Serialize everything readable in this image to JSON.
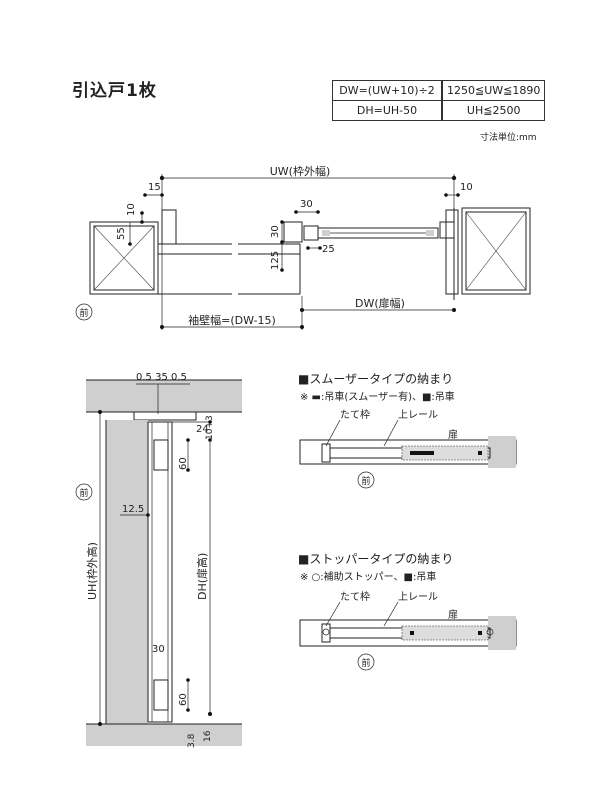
{
  "title": "引込戸1枚",
  "formula_table": {
    "dw": "DW=(UW+10)÷2",
    "dh": "DH=UH-50",
    "uw_range": "1250≦UW≦1890",
    "uh_max": "UH≦2500"
  },
  "unit_note": "寸法単位:mm",
  "plan": {
    "uw_label": "UW(枠外幅)",
    "dw_label": "DW(扉幅)",
    "sode_label": "袖壁幅=(DW-15)",
    "front_mark": "前",
    "dims": {
      "d15": "15",
      "d10a": "10",
      "d10b": "10",
      "d55": "55",
      "d30a": "30",
      "d30b": "30",
      "d25": "25",
      "d125": "125"
    }
  },
  "section": {
    "uh_label": "UH(枠外高)",
    "dh_label": "DH(扉高)",
    "front_mark": "前",
    "dims": {
      "top_dims": "0.5 35 0.5",
      "d24": "24",
      "d10p3": "10+3",
      "d60a": "60",
      "d125": "12.5",
      "d30": "30",
      "d60b": "60",
      "d38": "3.8",
      "d16": "16"
    }
  },
  "smoother": {
    "heading": "■スムーザータイプの納まり",
    "note": "※ ▬:吊車(スムーザー有)、■:吊車",
    "frame_label": "たて枠",
    "rail_label": "上レール",
    "door_label": "扉",
    "front_mark": "前"
  },
  "stopper": {
    "heading": "■ストッパータイプの納まり",
    "note": "※ ○:補助ストッパー、■:吊車",
    "frame_label": "たて枠",
    "rail_label": "上レール",
    "door_label": "扉",
    "front_mark": "前"
  }
}
